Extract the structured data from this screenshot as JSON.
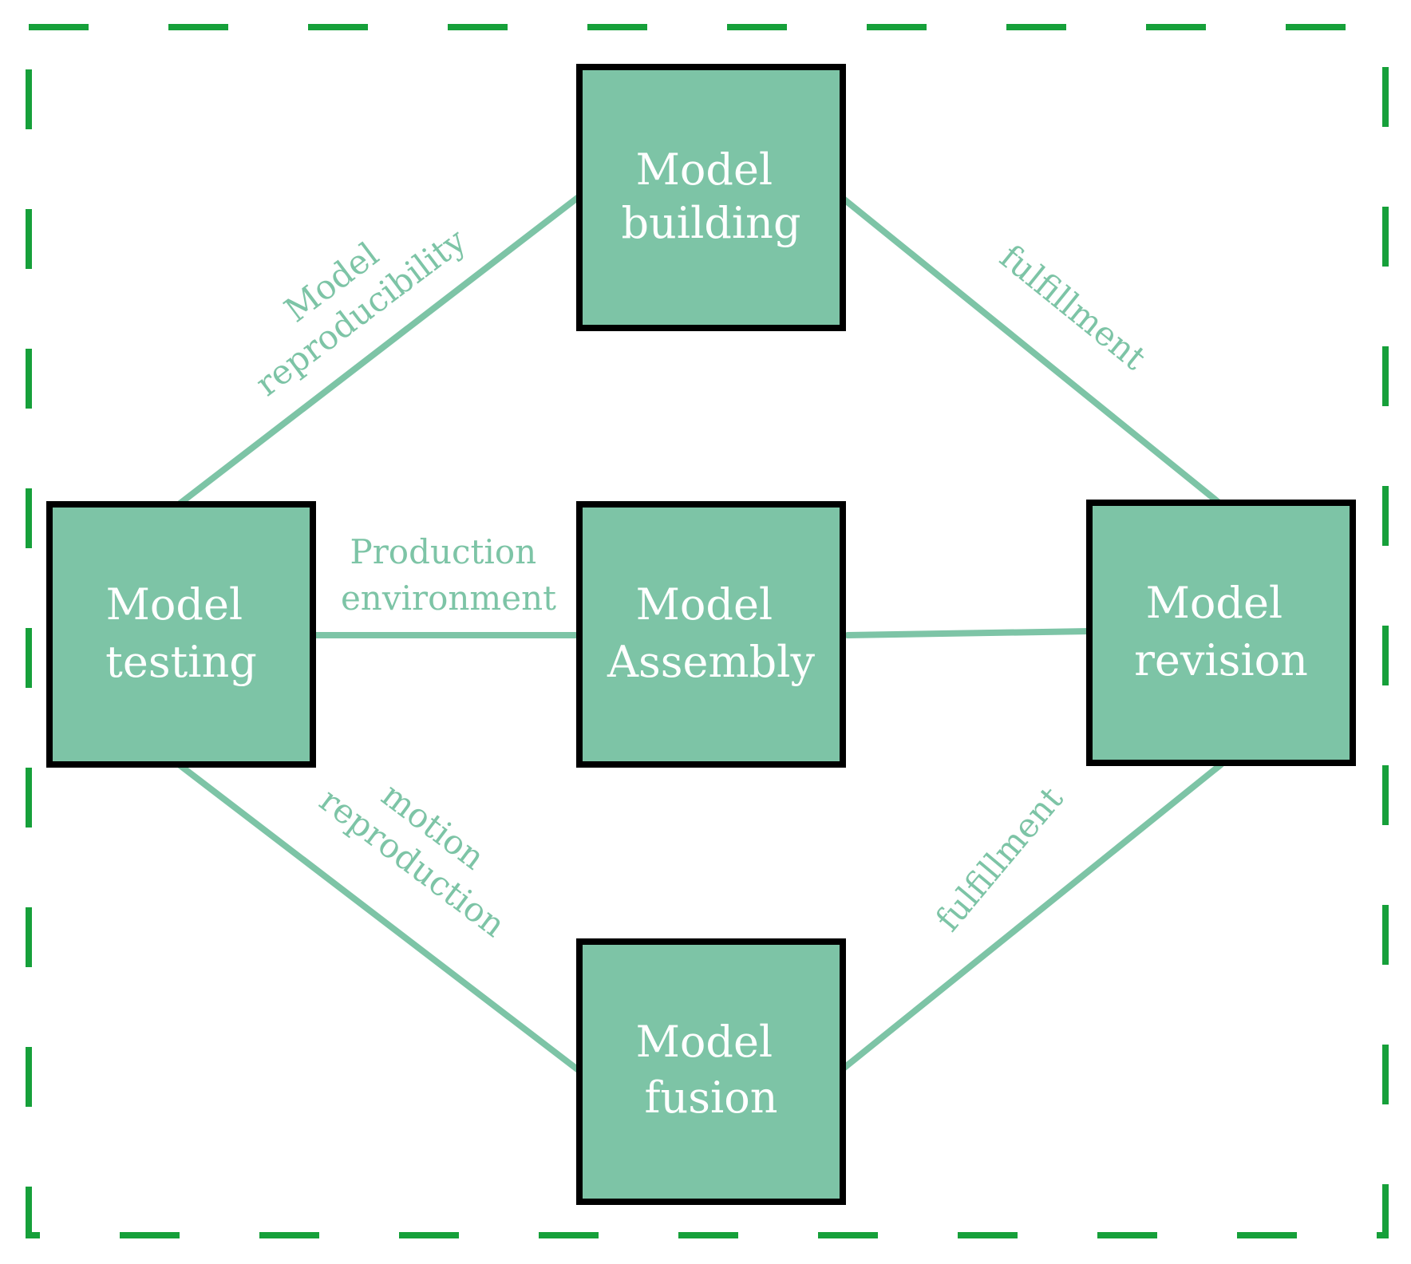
{
  "colors": {
    "frame": "#16a03a",
    "node_fill": "#7dc4a6",
    "node_border": "#000000",
    "node_text": "#ffffff",
    "edge": "#7dc4a6",
    "edge_text": "#7dc4a6"
  },
  "nodes": {
    "building": {
      "line1": "Model",
      "line2": "building"
    },
    "testing": {
      "line1": "Model",
      "line2": "testing"
    },
    "assembly": {
      "line1": "Model",
      "line2": "Assembly"
    },
    "revision": {
      "line1": "Model",
      "line2": "revision"
    },
    "fusion": {
      "line1": "Model",
      "line2": "fusion"
    }
  },
  "edges": {
    "testing_building": {
      "line1": "Model",
      "line2": "reproducibility"
    },
    "building_revision": {
      "line1": "fulfillment"
    },
    "testing_assembly": {
      "line1": "Production",
      "line2": "environment"
    },
    "testing_fusion": {
      "line1": "motion",
      "line2": "reproduction"
    },
    "fusion_revision": {
      "line1": "fulfillment"
    }
  }
}
